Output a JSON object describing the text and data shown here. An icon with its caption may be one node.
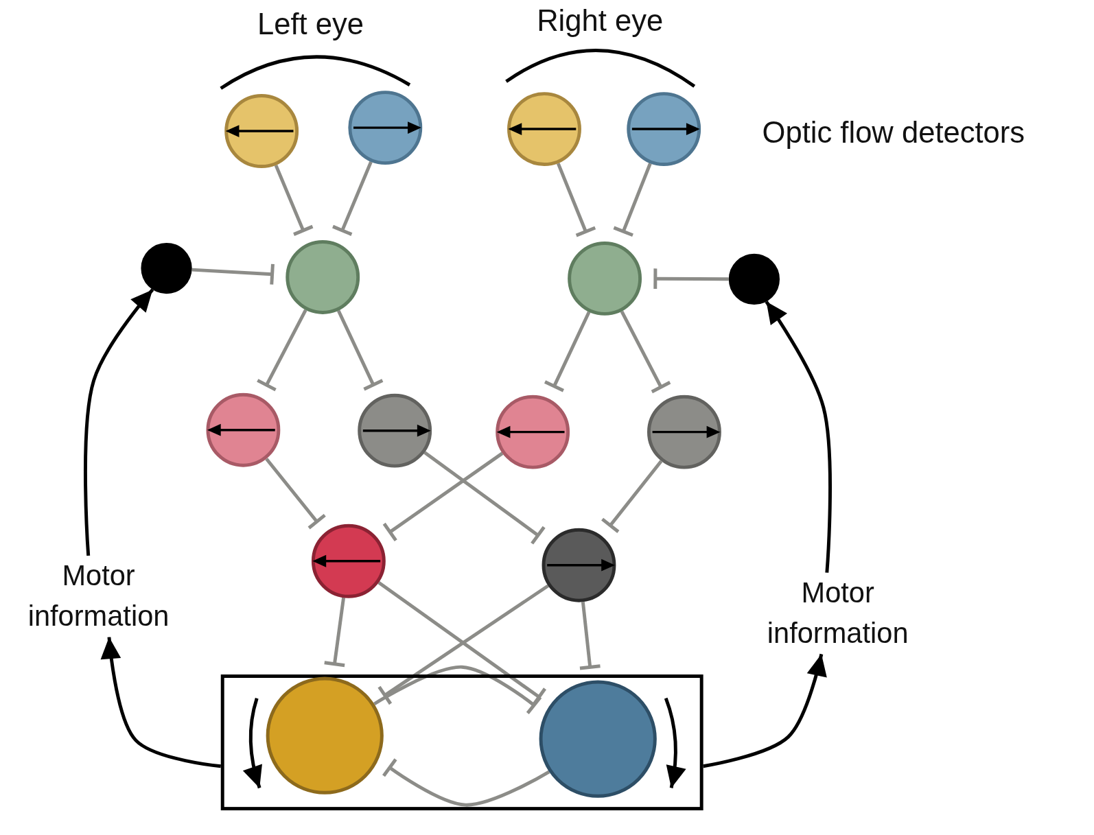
{
  "diagram": {
    "nodes": [
      {
        "text": [],
        "shape": "circle"
      },
      {
        "text": [],
        "shape": "circle"
      },
      {
        "text": [],
        "shape": "circle"
      },
      {
        "text": [],
        "shape": "circle"
      },
      {
        "text": [],
        "shape": "circle"
      },
      {
        "text": [],
        "shape": "circle"
      },
      {
        "text": [],
        "shape": "circle"
      },
      {
        "text": [],
        "shape": "circle"
      },
      {
        "text": [],
        "shape": "circle"
      },
      {
        "text": [],
        "shape": "circle"
      },
      {
        "text": [],
        "shape": "circle"
      },
      {
        "text": [],
        "shape": "circle"
      },
      {
        "text": [],
        "shape": "circle"
      },
      {
        "text": [],
        "shape": "circle"
      },
      {
        "text": [],
        "shape": "box"
      },
      {
        "text": [],
        "shape": "circle",
        "in": 14
      },
      {
        "text": [],
        "shape": "circle",
        "in": 14
      },
      {
        "text": [
          "Motor information"
        ]
      },
      {
        "text": [
          "Motor information"
        ]
      }
    ],
    "edges": [
      {
        "from": 0,
        "to": 5,
        "arrow": "other"
      },
      {
        "from": 1,
        "to": 5,
        "arrow": "other"
      },
      {
        "from": 2,
        "to": 6,
        "arrow": "other"
      },
      {
        "from": 3,
        "to": 6,
        "arrow": "other"
      },
      {
        "from": 4,
        "to": 5,
        "arrow": "other"
      },
      {
        "from": 7,
        "to": 6,
        "arrow": "other"
      },
      {
        "from": 5,
        "to": 8,
        "arrow": "other"
      },
      {
        "from": 5,
        "to": 9,
        "arrow": "other"
      },
      {
        "from": 6,
        "to": 10,
        "arrow": "other"
      },
      {
        "from": 6,
        "to": 11,
        "arrow": "other"
      },
      {
        "from": 8,
        "to": 12,
        "arrow": "other"
      },
      {
        "from": 10,
        "to": 12,
        "arrow": "other"
      },
      {
        "from": 9,
        "to": 13,
        "arrow": "other"
      },
      {
        "from": 11,
        "to": 13,
        "arrow": "other"
      },
      {
        "from": 12,
        "to": 15,
        "arrow": "other"
      },
      {
        "from": 12,
        "to": 16,
        "arrow": "other"
      },
      {
        "from": 13,
        "to": 15,
        "arrow": "other"
      },
      {
        "from": 13,
        "to": 16,
        "arrow": "other"
      },
      {
        "from": 15,
        "to": 16,
        "arrow": "other"
      },
      {
        "from": 16,
        "to": 15,
        "arrow": "other"
      },
      {
        "from": 14,
        "to": 17,
        "arrow": "to",
        "color": "#000000"
      },
      {
        "from": 17,
        "to": 4,
        "arrow": "to",
        "color": "#000000"
      },
      {
        "from": 14,
        "to": 18,
        "arrow": "to",
        "color": "#000000"
      },
      {
        "from": 18,
        "to": 7,
        "arrow": "to",
        "color": "#000000"
      }
    ],
    "labels": [
      "Left eye",
      "Right eye",
      "Optic flow detectors"
    ]
  }
}
